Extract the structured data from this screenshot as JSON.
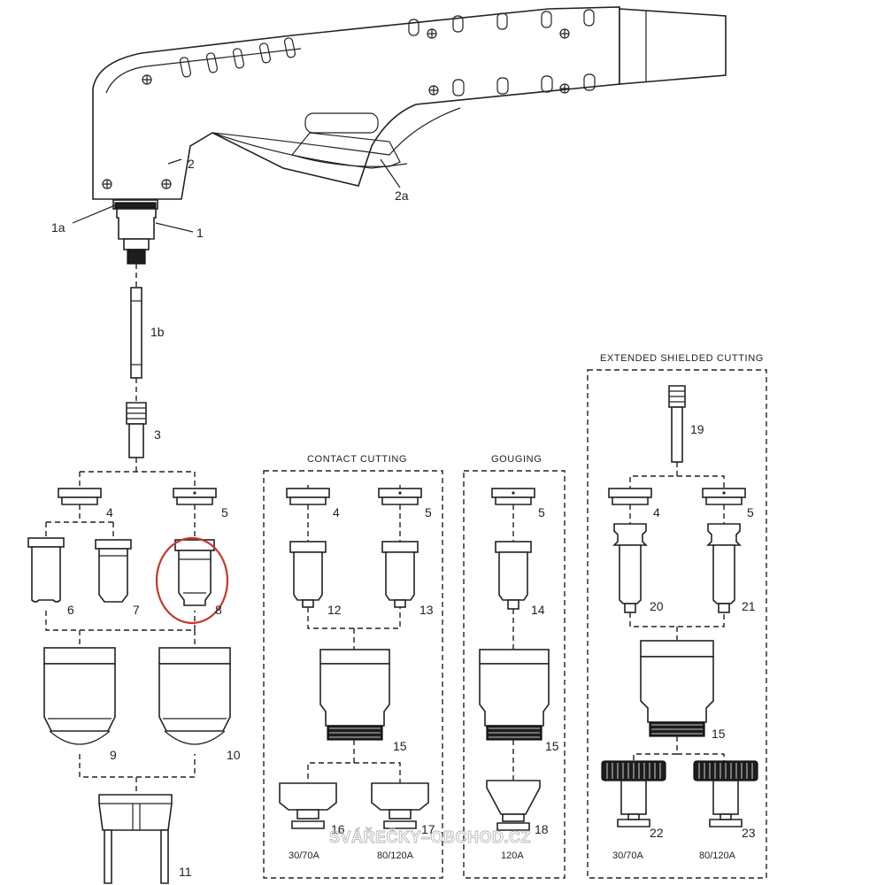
{
  "sections": {
    "contact": "CONTACT CUTTING",
    "gouging": "GOUGING",
    "extended": "EXTENDED SHIELDED CUTTING"
  },
  "labels": {
    "p1": "1",
    "p1a": "1a",
    "p1b": "1b",
    "p2": "2",
    "p2a": "2a",
    "p3": "3",
    "p4": "4",
    "p5": "5",
    "p6": "6",
    "p7": "7",
    "p8": "8",
    "p9": "9",
    "p10": "10",
    "p11": "11",
    "c4": "4",
    "c5": "5",
    "c12": "12",
    "c13": "13",
    "c15": "15",
    "c16": "16",
    "c17": "17",
    "g5": "5",
    "g14": "14",
    "g15": "15",
    "g18": "18",
    "e19": "19",
    "e4": "4",
    "e5": "5",
    "e20": "20",
    "e21": "21",
    "e15": "15",
    "e22": "22",
    "e23": "23"
  },
  "amps": {
    "c16": "30/70A",
    "c17": "80/120A",
    "g18": "120A",
    "e22": "30/70A",
    "e23": "80/120A"
  },
  "watermark": "SVÁŘEČKY–OBCHOD.CZ",
  "highlight": {
    "part": "8",
    "color": "#c0392b"
  }
}
